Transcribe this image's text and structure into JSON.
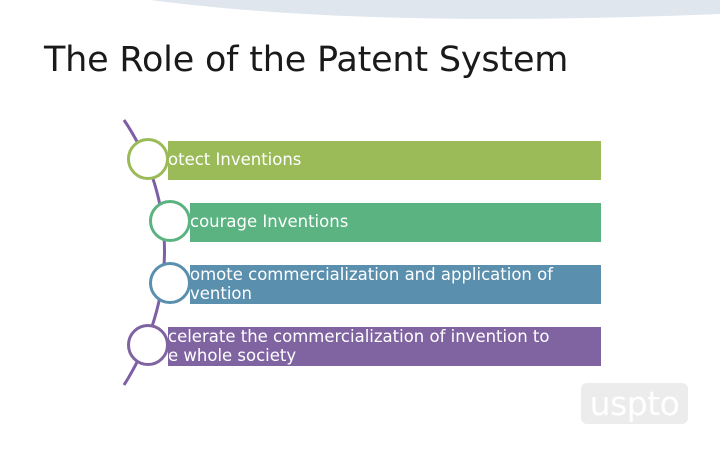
{
  "slide": {
    "title": "The Role of the Patent System",
    "items": [
      {
        "label_lines": [
          "otect Inventions"
        ],
        "color": "#9bbb59"
      },
      {
        "label_lines": [
          "courage Inventions"
        ],
        "color": "#5bb381"
      },
      {
        "label_lines": [
          "omote commercialization and application of",
          "vention"
        ],
        "color": "#5b8fae"
      },
      {
        "label_lines": [
          "celerate the commercialization of invention to",
          "e whole society"
        ],
        "color": "#8064a2"
      }
    ],
    "logo_text": "uspto"
  },
  "colors": {
    "accent_arc": "#7e5fa6",
    "top_band": "#dde5ee"
  }
}
